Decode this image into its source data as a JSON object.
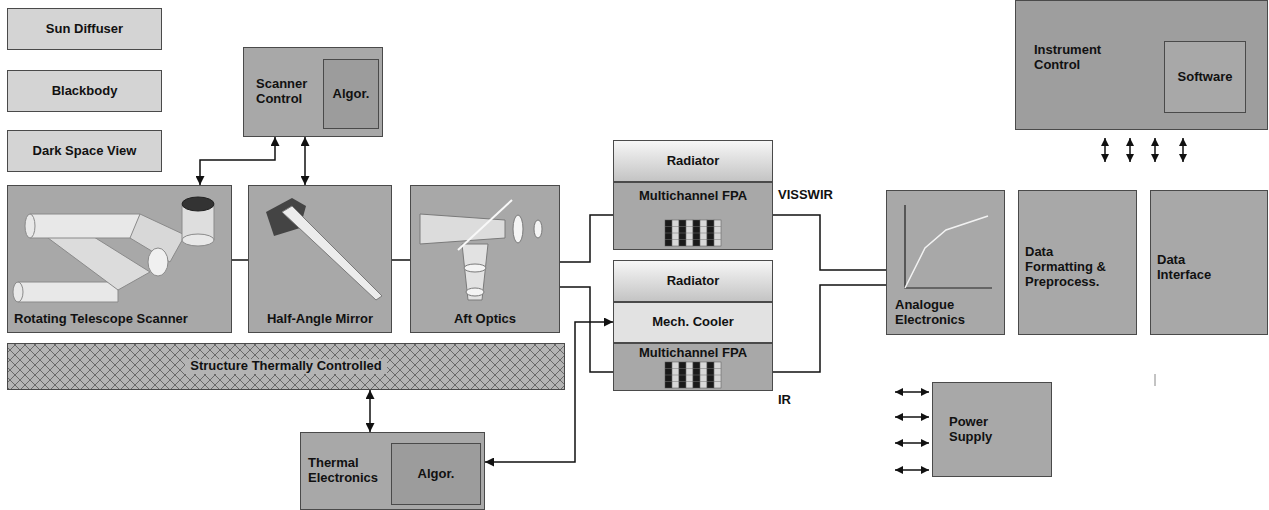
{
  "diagram": {
    "nodes": [
      {
        "text": [
          "Sun Diffuser"
        ]
      },
      {
        "text": [
          "Blackbody"
        ]
      },
      {
        "text": [
          "Dark Space View"
        ]
      },
      {
        "text": [
          "Scanner Control"
        ]
      },
      {
        "text": [
          "Algor."
        ],
        "in": 3
      },
      {
        "text": [
          "Rotating Telescope Scanner"
        ]
      },
      {
        "text": [
          "Half-Angle Mirror"
        ]
      },
      {
        "text": [
          "Aft Optics"
        ]
      },
      {
        "text": [
          "Radiator"
        ]
      },
      {
        "text": [
          "Multichannel FPA"
        ]
      },
      {
        "text": [
          "Radiator"
        ]
      },
      {
        "text": [
          "Mech. Cooler"
        ]
      },
      {
        "text": [
          "Multichannel FPA"
        ]
      },
      {
        "text": [
          "Analogue Electronics"
        ]
      },
      {
        "text": [
          "Data Formatting & Preprocess."
        ]
      },
      {
        "text": [
          "Data Interface"
        ]
      },
      {
        "text": [
          "Instrument Control"
        ]
      },
      {
        "text": [
          "Software"
        ],
        "in": 16
      },
      {
        "text": [
          "Structure Thermally Controlled"
        ]
      },
      {
        "text": [
          "Thermal Electronics"
        ]
      },
      {
        "text": [
          "Algor."
        ],
        "in": 19
      },
      {
        "text": [
          "Power Supply"
        ]
      }
    ],
    "edges": [
      {
        "from": 3,
        "to": 5,
        "arrow": "both"
      },
      {
        "from": 3,
        "to": 6,
        "arrow": "both"
      },
      {
        "from": 5,
        "to": 6,
        "arrow": "none"
      },
      {
        "from": 6,
        "to": 7,
        "arrow": "none"
      },
      {
        "from": 7,
        "to": 9,
        "arrow": "none"
      },
      {
        "from": 7,
        "to": 12,
        "arrow": "none"
      },
      {
        "from": 9,
        "to": 13,
        "arrow": "none"
      },
      {
        "from": 12,
        "to": 13,
        "arrow": "none"
      },
      {
        "from": 18,
        "to": 19,
        "arrow": "both"
      },
      {
        "from": 19,
        "to": 11,
        "arrow": "both"
      }
    ],
    "labels": [
      "VISSWIR",
      "IR"
    ]
  }
}
